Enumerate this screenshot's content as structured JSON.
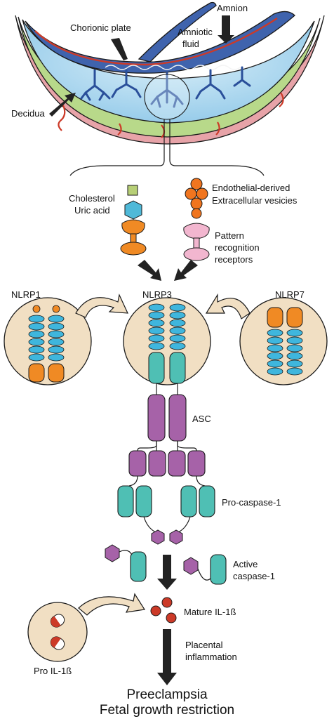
{
  "placenta": {
    "chorionic_plate": "Chorionic plate",
    "amnion": "Amnion",
    "amniotic_fluid_line1": "Amniotic",
    "amniotic_fluid_line2": "fluid",
    "decidua": "Decidua"
  },
  "triggers": {
    "cholesterol": "Cholesterol",
    "uric_acid": "Uric acid",
    "ev_line1": "Endothelial-derived",
    "ev_line2": "Extracellular vesicies",
    "prr_line1": "Pattern",
    "prr_line2": "recognition",
    "prr_line3": "receptors"
  },
  "inflammasomes": {
    "nlrp1": "NLRP1",
    "nlrp3": "NLRP3",
    "nlrp7": "NLRP7"
  },
  "cascade": {
    "asc": "ASC",
    "pro_caspase": "Pro-caspase-1",
    "active_caspase_line1": "Active",
    "active_caspase_line2": "caspase-1",
    "mature_il": "Mature IL-1ß",
    "pro_il": "Pro IL-1ß",
    "placental_line1": "Placental",
    "placental_line2": "inflammation"
  },
  "outcome": {
    "line1": "Preeclampsia",
    "line2": "Fetal growth restriction"
  },
  "colors": {
    "cyan": "#3fb6dd",
    "orange": "#f08a24",
    "purple": "#a662a8",
    "teal": "#4fbfb4",
    "tan": "#f1dfc3",
    "red": "#cc3a28",
    "green": "#b8d98a",
    "pink": "#f2b6cf"
  }
}
